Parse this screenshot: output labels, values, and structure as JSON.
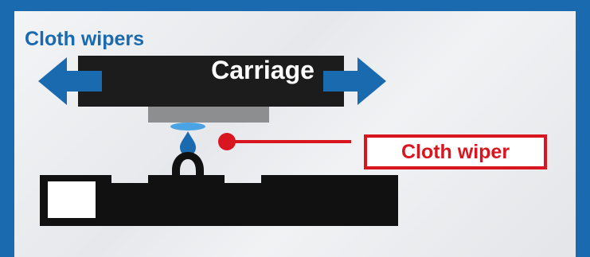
{
  "title": "Cloth wipers",
  "carriage_label": "Carriage",
  "callout_label": "Cloth wiper",
  "colors": {
    "frame_blue": "#1a6ab0",
    "arrow_blue": "#1a6ab0",
    "carriage_black": "#1c1c1c",
    "callout_red": "#d9151f",
    "ink_drop_blue": "#2a7fd0"
  }
}
